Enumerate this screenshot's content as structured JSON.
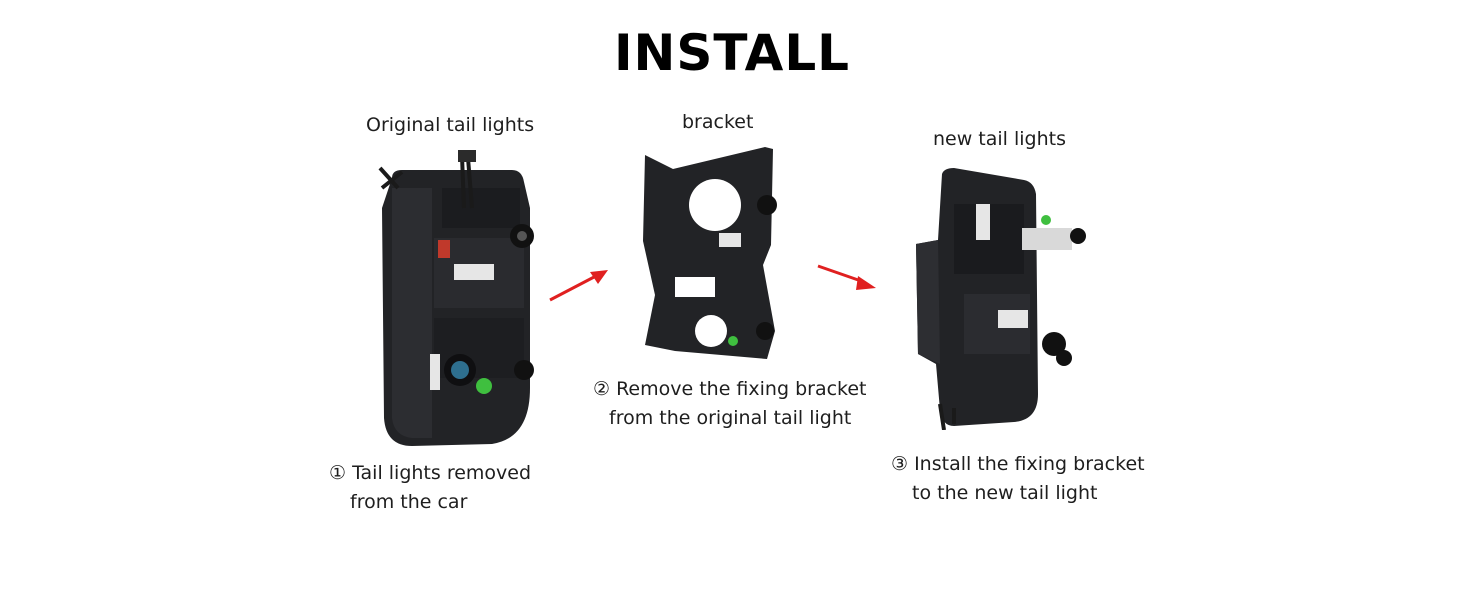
{
  "page": {
    "title": "INSTALL"
  },
  "panels": [
    {
      "caption": "Original tail lights",
      "step_line1": "① Tail lights removed",
      "step_line2": "from the car"
    },
    {
      "caption": "bracket",
      "step_line1": "② Remove the fixing bracket",
      "step_line2": "from the original tail light"
    },
    {
      "caption": "new tail lights",
      "step_line1": "③ Install the fixing bracket",
      "step_line2": "to the new tail light"
    }
  ],
  "colors": {
    "arrow": "#e02020",
    "plastic": "#222326",
    "label": "#e6e6e6",
    "sticker_green": "#3fbf3f"
  },
  "icons": [
    "arrow-right-icon",
    "arrow-right-icon"
  ]
}
